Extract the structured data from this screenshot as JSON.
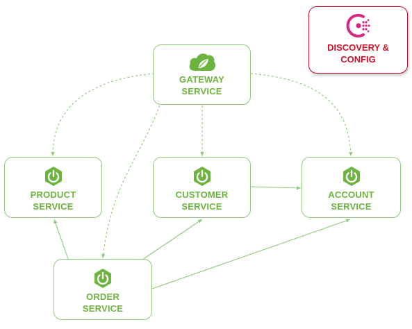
{
  "colors": {
    "spring_green": "#6db33f",
    "border_green": "#8cc97a",
    "consul_red": "#c8102e",
    "consul_pink": "#d62783"
  },
  "nodes": {
    "gateway": {
      "line1": "GATEWAY",
      "line2": "SERVICE",
      "icon": "spring-cloud-icon"
    },
    "product": {
      "line1": "PRODUCT",
      "line2": "SERVICE",
      "icon": "spring-boot-power-icon"
    },
    "customer": {
      "line1": "CUSTOMER",
      "line2": "SERVICE",
      "icon": "spring-boot-power-icon"
    },
    "account": {
      "line1": "ACCOUNT",
      "line2": "SERVICE",
      "icon": "spring-boot-power-icon"
    },
    "order": {
      "line1": "ORDER",
      "line2": "SERVICE",
      "icon": "spring-boot-power-icon"
    },
    "discovery": {
      "line1": "DISCOVERY &",
      "line2": "CONFIG",
      "icon": "consul-icon"
    }
  },
  "edges": [
    {
      "from": "gateway",
      "to": "product",
      "style": "dashed"
    },
    {
      "from": "gateway",
      "to": "customer",
      "style": "dashed"
    },
    {
      "from": "gateway",
      "to": "account",
      "style": "dashed"
    },
    {
      "from": "gateway",
      "to": "order",
      "style": "dashed"
    },
    {
      "from": "customer",
      "to": "account",
      "style": "solid"
    },
    {
      "from": "order",
      "to": "product",
      "style": "solid"
    },
    {
      "from": "order",
      "to": "customer",
      "style": "solid"
    },
    {
      "from": "order",
      "to": "account",
      "style": "solid"
    }
  ]
}
